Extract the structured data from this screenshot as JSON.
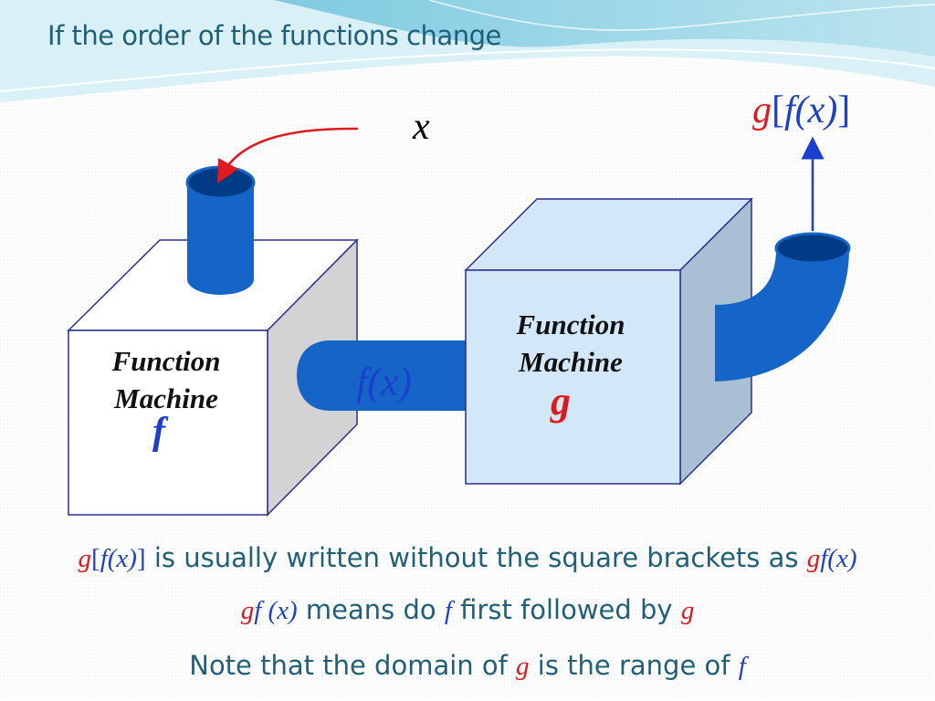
{
  "slide": {
    "title": "If the order of the functions change"
  },
  "diagram": {
    "input_label": "x",
    "output_label": {
      "g": "g",
      "open": "[",
      "f": "f",
      "x": "(x)",
      "close": "]"
    },
    "pipe_label": "f(x)",
    "machine_f": {
      "line1": "Function",
      "line2": "Machine",
      "name": "f"
    },
    "machine_g": {
      "line1": "Function",
      "line2": "Machine",
      "name": "g"
    }
  },
  "notes": {
    "line1": {
      "g": "g",
      "open": "[",
      "f": "f",
      "x": "(x)",
      "close": "]",
      "text": " is usually written without the square brackets as ",
      "g2": "g",
      "f2": "f",
      "x2": "(x)"
    },
    "line2": {
      "g": "g",
      "f": "f",
      "x": " (x)",
      "text1": " means do ",
      "f2": "f",
      "text2": " first followed by ",
      "g2": "g"
    },
    "line3": {
      "text1": "Note that the domain of ",
      "g": "g",
      "text2": " is the range of ",
      "f": "f"
    }
  },
  "colors": {
    "red": "#e0191d",
    "blue": "#1c3fd0",
    "teal_text": "#1f5f7a",
    "pipe": "#1565c8",
    "pipe_dark": "#003b86"
  }
}
